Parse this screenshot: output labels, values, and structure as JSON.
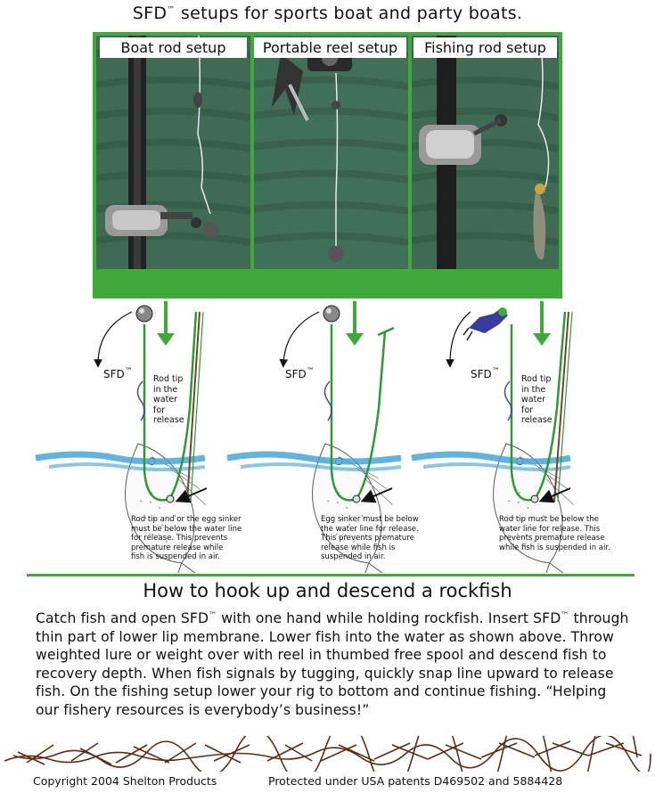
{
  "title": {
    "text": "SFD",
    "tm": "™",
    "rest": " setups for sports boat and party boats."
  },
  "panels": [
    {
      "caption": "Boat rod setup"
    },
    {
      "caption": "Portable reel setup"
    },
    {
      "caption": "Fishing rod setup"
    }
  ],
  "diagrams": [
    {
      "sfd_label": "SFD",
      "tip_note": [
        "Rod tip",
        "in the",
        "water",
        "for",
        "release"
      ],
      "note": [
        "Rod tip and or the egg sinker",
        "must be below the water line",
        "for release. This prevents",
        "premature release while",
        "fish is suspended in air."
      ]
    },
    {
      "sfd_label": "SFD",
      "tip_note": [],
      "note": [
        "Egg sinker must be below",
        "the water line for release.",
        "This prevents premature",
        "release while fish is",
        "suspended in air."
      ]
    },
    {
      "sfd_label": "SFD",
      "tip_note": [
        "Rod tip",
        "in the",
        "water",
        "for",
        "release"
      ],
      "note": [
        "Rod tip must be below the",
        "water line for release. This",
        "prevents premature release",
        "while fish is suspended in air."
      ]
    }
  ],
  "tm": "™",
  "subtitle": "How to hook up and descend a rockfish",
  "instructions": {
    "part1": "Catch fish and open SFD",
    "part2": " with one hand while holding rockfish. Insert SFD",
    "part3": " through thin part of lower lip membrane. Lower fish into the water as shown above. Throw weighted lure or weight over with reel in thumbed free spool and descend fish to recovery depth. When fish signals by tugging, quickly snap line upward to release fish. On the fishing setup lower your rig to bottom and continue fishing. “Helping our fishery resources is everybody’s business!”"
  },
  "footer": {
    "copyright": "Copyright 2004 Shelton Products",
    "patents": "Protected under USA patents D469502 and 5884428"
  },
  "colors": {
    "accent": "#3faa3a",
    "line": "#2f9a33",
    "water": "#3aa0d8",
    "boat": "#3f6b55"
  },
  "icons": [
    "weight-ball-icon",
    "down-arrow-icon",
    "curved-arrow-icon",
    "fish-icon",
    "lure-icon",
    "rod-icon"
  ]
}
